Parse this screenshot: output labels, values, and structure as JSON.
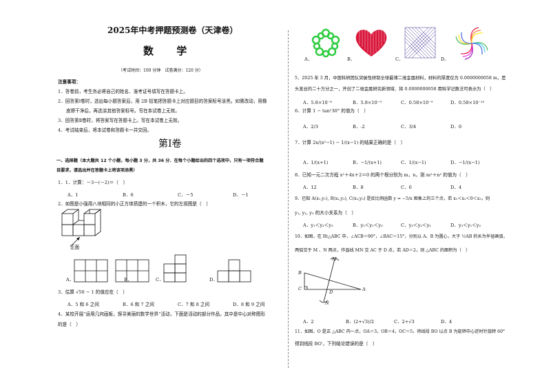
{
  "header": {
    "title": "2025年中考押题预测卷（天津卷）",
    "subject": "数 学",
    "exam_info": "（考试时间：100 分钟　试卷满分：120 分）"
  },
  "notes": {
    "heading": "注意事项：",
    "items": [
      "1．答卷前，考生务必将自己的姓名、准考证号填写在答题卡上。",
      "2．回答第Ⅰ卷时，选出每小题答案后，用 2B 铅笔把答题卡上对应题目的答案标号涂黑。如需改动，用橡",
      "皮擦干净后，再选涂其他答案标号。写在本试卷上无效。",
      "3．回答第Ⅱ卷时，将答案写在答题卡上。写在本试卷上无效。",
      "4．考试结束后，将本试卷和答题卡一并交回。"
    ]
  },
  "section": {
    "title": "第Ⅰ卷",
    "instruction_1": "一、选择题（本大题共 12 个小题，每小题 3 分，共 36 分．在每个小题给出的四个选项中，只有一项符合题",
    "instruction_2": "目要求，请选出并在答题卡上将该项涂黑）"
  },
  "questions": {
    "q1": {
      "stem": "1．1．计算：－3－(－2)＝（　）",
      "options": [
        "A．1",
        "B．6",
        "C．－5",
        "D．－1"
      ]
    },
    "q2": {
      "stem": "2．如图是小强用八块相同的小正方体搭建的一个积木，它的左视图是（　）",
      "front_label": "正面",
      "options": [
        "A．",
        "B．",
        "C．",
        "D．"
      ]
    },
    "q3": {
      "stem": "3．估算 √50 − 1 的值应在（　）",
      "options": [
        "A．5 和 6 之间",
        "B．6 和 7 之间",
        "C．7 和 8 之间",
        "D．8 和 9 之间"
      ]
    },
    "q4": {
      "stem_1": "4．某校开展“运用几何画板，探寻美丽的数学世界”活动，下面是活动的部分作品，其中是中心对称图形",
      "stem_2": "的是（　）",
      "options": [
        "A．",
        "B．",
        "C．",
        "D．"
      ]
    },
    "q5": {
      "stem_1": "5．2025 年 3 月，中国科研团队突破性研制全球最薄二维金属材料，材料的厚度仅为 0.0000000058 m，是",
      "stem_2": "头发丝的二十万分之一，开创了二维金属研究新领域．将 0.0000000058 用科学记数法可表示为（　）",
      "options": [
        "A．5.8×10⁻⁸",
        "B．5.8×10⁻⁹",
        "C．0.58×10⁻⁹",
        "D．0.58×10⁻¹⁰"
      ]
    },
    "q6": {
      "stem": "6．计算 1 − tan²30° 的值为（　）",
      "options": [
        "A．2/3",
        "B．-2",
        "C．3/4",
        "D．0"
      ]
    },
    "q7": {
      "stem": "7．计算 2x/(x²−1) − 1/(x−1) 的结果正确的是（　）",
      "options": [
        "A．1/(x+1)",
        "B．−1/(x+1)",
        "C．1/(x−1)",
        "D．−1/(x−1)"
      ]
    },
    "q8": {
      "stem": "8．已知一元二次方程 x²＋4x＋2＝0 的两个根分别为 m，n，则 m²＋n² 的值为（　）",
      "options": [
        "A．12",
        "B．8",
        "C．6",
        "D．4"
      ]
    },
    "q9": {
      "stem_1": "9．已知 A(x₁,y₁), B(x₂,y₂), C(x₃,y₃) 是反比例函数 y = −5/x 图象上的三个点，若 x₁＜x₂＜0＜x₃，则",
      "stem_2": "y₁, y₂, y₃ 的大小关系为（　）",
      "options": [
        "A．y₁＜y₂＜y₃",
        "B．y₂＜y₁＜y₃",
        "C．y₃＜y₂＜y₁",
        "D．y₃＜y₁＜y₂"
      ]
    },
    "q10": {
      "stem_1": "10．如图，在 Rt△ABC 中，∠ACB＝90°，∠BAC＝15°，分别以 A、B 为圆心，大于 ½AB 的长为半径画弧，",
      "stem_2": "两弧交于 M 、N 两点，作直线 MN 交 AC 于 D 点，若 AD＝2，则 △ABC 的面积为（　）",
      "labels": [
        "M",
        "B",
        "C",
        "D",
        "A",
        "N"
      ],
      "options": [
        "A．2",
        "B．(2+√3)/2",
        "C．2+√3",
        "D．4"
      ]
    },
    "q11": {
      "stem_1": "11．如图，O 是正 △ABC 内一点，OA＝3，OB＝4，OC＝5，将线段 BO 以点 B 为旋转中心逆时针旋转 60°",
      "stem_2": "得到线段 BO′，下列结论错误的是（　）"
    }
  },
  "colors": {
    "flower": "#2ecc40",
    "heart": "#d9163a",
    "spiral": "#3b2a8c"
  }
}
